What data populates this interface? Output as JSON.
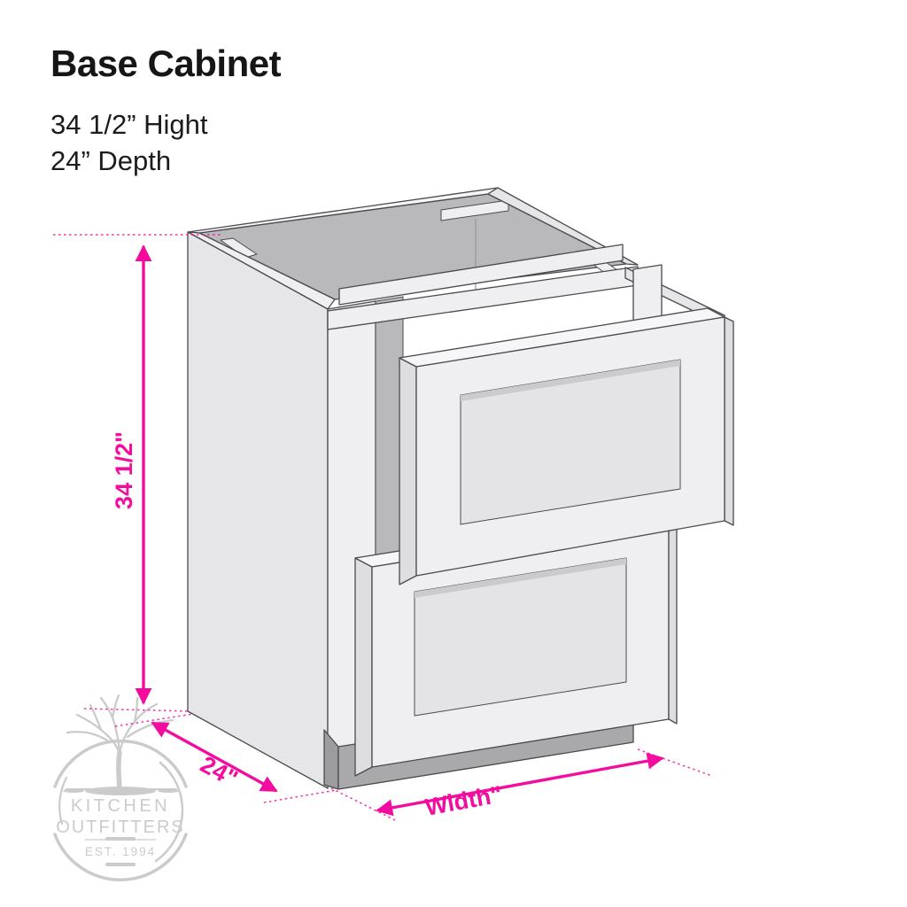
{
  "header": {
    "title": "Base Cabinet",
    "spec_line1": "34 1/2” Hight",
    "spec_line2": "24” Depth"
  },
  "dimensions": {
    "height_label": "34 1/2\"",
    "depth_label": "24\"",
    "width_label": "Width\""
  },
  "watermark": {
    "name_line1": "KITCHEN",
    "name_line2": "OUTFITTERS",
    "established": "EST. 1994"
  },
  "theme": {
    "accent": "#F20D9E",
    "outline": "#4B4B4F",
    "face": "#EFEFF1",
    "face_shaded": "#E4E4E7",
    "face_side": "#E6E6E9",
    "interior": "#B9B9BC",
    "toe_kick": "#A9A9AC",
    "watermark": "#C7C7C7",
    "text": "#161616"
  }
}
